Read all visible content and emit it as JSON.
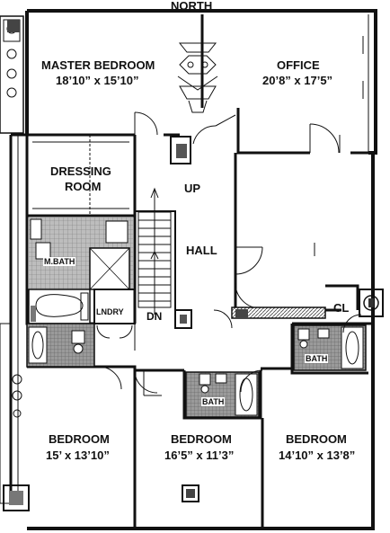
{
  "compass": "NORTH",
  "rooms": {
    "master_bedroom": {
      "name": "MASTER BEDROOM",
      "size": "18’10” x 15’10”"
    },
    "office": {
      "name": "OFFICE",
      "size": "20’8” x 17’5”"
    },
    "dressing_room": {
      "name": "DRESSING",
      "name2": "ROOM"
    },
    "hall": {
      "name": "HALL"
    },
    "m_bath": {
      "name": "M.BATH"
    },
    "laundry": {
      "name": "LNDRY"
    },
    "closet": {
      "name": "CL"
    },
    "bath_right": {
      "name": "BATH"
    },
    "bath_middle": {
      "name": "BATH"
    },
    "bedroom_left": {
      "name": "BEDROOM",
      "size": "15’ x 13’10”"
    },
    "bedroom_middle": {
      "name": "BEDROOM",
      "size": "16’5” x 11’3”"
    },
    "bedroom_right": {
      "name": "BEDROOM",
      "size": "14’10” x 13’8”"
    }
  },
  "stairs": {
    "up": "UP",
    "down": "DN"
  }
}
